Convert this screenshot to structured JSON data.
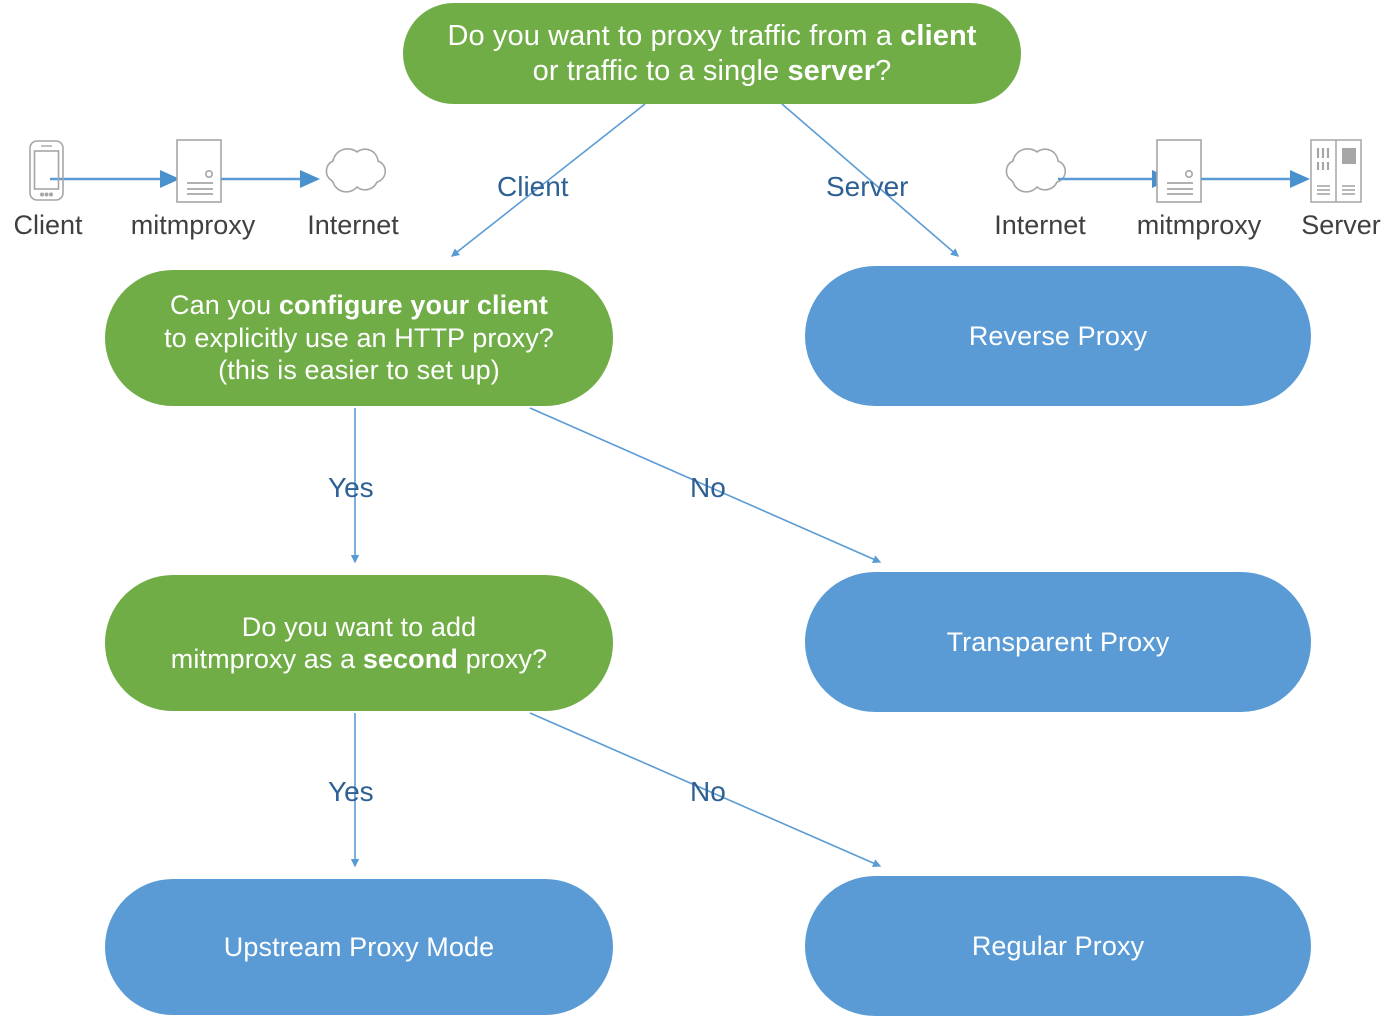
{
  "diagram": {
    "title": "mitmproxy mode selection flowchart",
    "colors": {
      "green_node": "#70ad47",
      "blue_node": "#5b9bd5",
      "edge_line": "#5b9bd5",
      "edge_label_text": "#2e6094",
      "icon_caption_text": "#404040",
      "icon_stroke": "#a6a6a6",
      "node_text": "#ffffff",
      "background": "#ffffff"
    },
    "nodes": {
      "root": {
        "type": "decision",
        "color": "green",
        "line1_pre": "Do you want to proxy traffic from a ",
        "line1_bold": "client",
        "line2_pre": "or traffic to a single ",
        "line2_bold": "server",
        "line2_post": "?"
      },
      "configure": {
        "type": "decision",
        "color": "green",
        "line1_pre": "Can you ",
        "line1_bold": "configure your client",
        "line2": "to explicitly use an HTTP proxy?",
        "line3": "(this is easier to set up)"
      },
      "second": {
        "type": "decision",
        "color": "green",
        "line1": "Do you want to add",
        "line2_pre": "mitmproxy as a ",
        "line2_bold": "second",
        "line2_post": " proxy?"
      },
      "reverse": {
        "type": "outcome",
        "color": "blue",
        "label": "Reverse Proxy"
      },
      "transparent": {
        "type": "outcome",
        "color": "blue",
        "label": "Transparent Proxy"
      },
      "upstream": {
        "type": "outcome",
        "color": "blue",
        "label": "Upstream Proxy Mode"
      },
      "regular": {
        "type": "outcome",
        "color": "blue",
        "label": "Regular Proxy"
      }
    },
    "edges": [
      {
        "from": "root",
        "to": "configure",
        "label": "Client"
      },
      {
        "from": "root",
        "to": "reverse",
        "label": "Server"
      },
      {
        "from": "configure",
        "to": "second",
        "label": "Yes"
      },
      {
        "from": "configure",
        "to": "transparent",
        "label": "No"
      },
      {
        "from": "second",
        "to": "upstream",
        "label": "Yes"
      },
      {
        "from": "second",
        "to": "regular",
        "label": "No"
      }
    ],
    "edge_labels": {
      "client": "Client",
      "server": "Server",
      "yes_1": "Yes",
      "no_1": "No",
      "yes_2": "Yes",
      "no_2": "No"
    },
    "illustrations": {
      "left": {
        "name": "client-to-internet-flow",
        "items": [
          {
            "icon": "smartphone-icon",
            "caption": "Client"
          },
          {
            "icon": "mitmproxy-document-icon",
            "caption": "mitmproxy"
          },
          {
            "icon": "cloud-icon",
            "caption": "Internet"
          }
        ]
      },
      "right": {
        "name": "internet-to-server-flow",
        "items": [
          {
            "icon": "cloud-icon",
            "caption": "Internet"
          },
          {
            "icon": "mitmproxy-document-icon",
            "caption": "mitmproxy"
          },
          {
            "icon": "server-rack-icon",
            "caption": "Server"
          }
        ]
      }
    }
  }
}
